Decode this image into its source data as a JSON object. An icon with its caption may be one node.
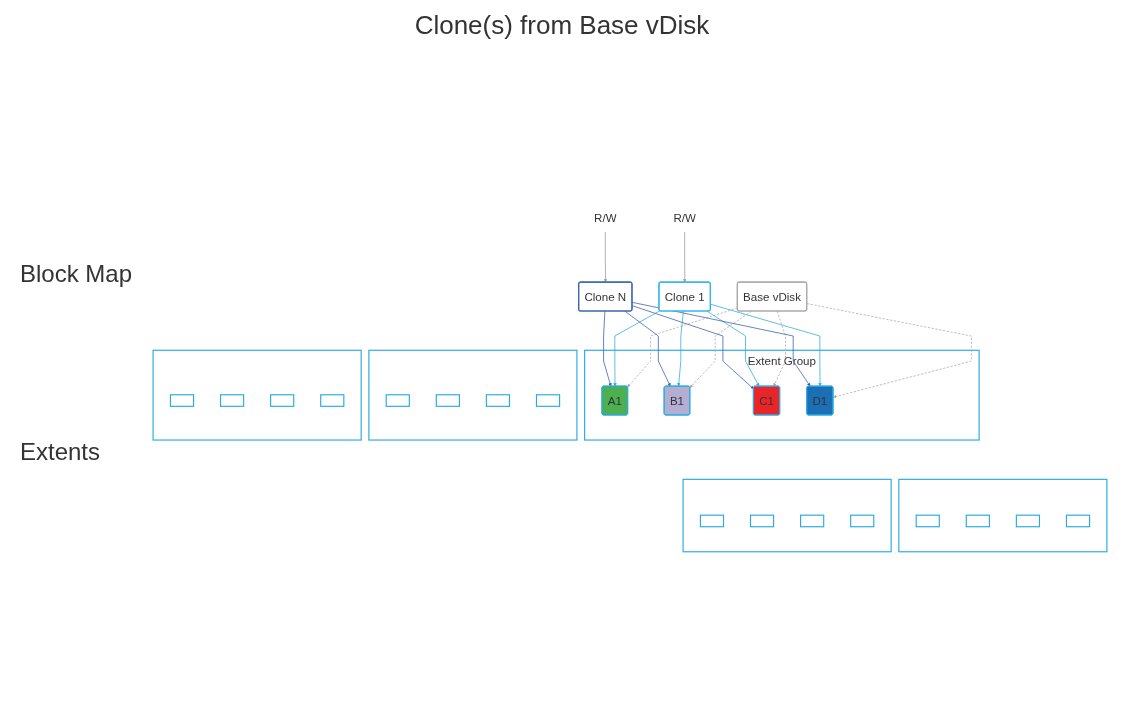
{
  "diagram": {
    "title": "Clone(s) from Base vDisk",
    "nodes": [
      {
        "text": [
          "R/W"
        ]
      },
      {
        "text": [
          "R/W"
        ]
      },
      {
        "text": [
          "Base vDisk"
        ]
      },
      {
        "text": [
          "Clone 1"
        ]
      },
      {
        "text": [
          "Clone N"
        ]
      },
      {
        "text": [
          "Extent Group"
        ]
      },
      {
        "text": [
          "A1"
        ],
        "in": 5
      },
      {
        "text": [
          "B1"
        ],
        "in": 5
      },
      {
        "text": [
          "C1"
        ],
        "in": 5
      },
      {
        "text": [
          "D1"
        ],
        "in": 5
      },
      {
        "text": [],
        "shape": "box"
      },
      {
        "text": [],
        "shape": "box",
        "in": 10
      },
      {
        "text": [],
        "shape": "box",
        "in": 10
      },
      {
        "text": [],
        "shape": "box",
        "in": 10
      },
      {
        "text": [],
        "shape": "box",
        "in": 10
      },
      {
        "text": [],
        "shape": "box"
      },
      {
        "text": [],
        "shape": "box",
        "in": 15
      },
      {
        "text": [],
        "shape": "box",
        "in": 15
      },
      {
        "text": [],
        "shape": "box",
        "in": 15
      },
      {
        "text": [],
        "shape": "box",
        "in": 15
      },
      {
        "text": [],
        "shape": "box"
      },
      {
        "text": [],
        "shape": "box",
        "in": 20
      },
      {
        "text": [],
        "shape": "box",
        "in": 20
      },
      {
        "text": [],
        "shape": "box",
        "in": 20
      },
      {
        "text": [],
        "shape": "box",
        "in": 20
      },
      {
        "text": [],
        "shape": "box"
      },
      {
        "text": [],
        "shape": "box",
        "in": 25
      },
      {
        "text": [],
        "shape": "box",
        "in": 25
      },
      {
        "text": [],
        "shape": "box",
        "in": 25
      },
      {
        "text": [],
        "shape": "box",
        "in": 25
      }
    ],
    "edges": [
      {
        "from": 0,
        "to": 3,
        "arrow": "to",
        "color": "#999999"
      },
      {
        "from": 1,
        "to": 4,
        "arrow": "to",
        "color": "#999999"
      },
      {
        "from": 2,
        "to": 6,
        "arrow": "to",
        "style": "dashed",
        "color": "#aaaaaa"
      },
      {
        "from": 2,
        "to": 7,
        "arrow": "to",
        "style": "dashed",
        "color": "#aaaaaa"
      },
      {
        "from": 2,
        "to": 8,
        "arrow": "to",
        "style": "dashed",
        "color": "#aaaaaa"
      },
      {
        "from": 2,
        "to": 9,
        "arrow": "to",
        "style": "dashed",
        "color": "#aaaaaa"
      },
      {
        "from": 3,
        "to": 6,
        "arrow": "to",
        "color": "#33aadd"
      },
      {
        "from": 3,
        "to": 7,
        "arrow": "to",
        "color": "#33aadd"
      },
      {
        "from": 3,
        "to": 8,
        "arrow": "to",
        "color": "#33aadd"
      },
      {
        "from": 3,
        "to": 9,
        "arrow": "to",
        "color": "#33aadd"
      },
      {
        "from": 4,
        "to": 6,
        "arrow": "to",
        "color": "#3a5fb0"
      },
      {
        "from": 4,
        "to": 7,
        "arrow": "to",
        "color": "#3a5fb0"
      },
      {
        "from": 4,
        "to": 8,
        "arrow": "to",
        "color": "#3a5fb0"
      },
      {
        "from": 4,
        "to": 9,
        "arrow": "to",
        "color": "#3a5fb0"
      }
    ],
    "labels": [
      "Block Map",
      "Extents"
    ]
  }
}
